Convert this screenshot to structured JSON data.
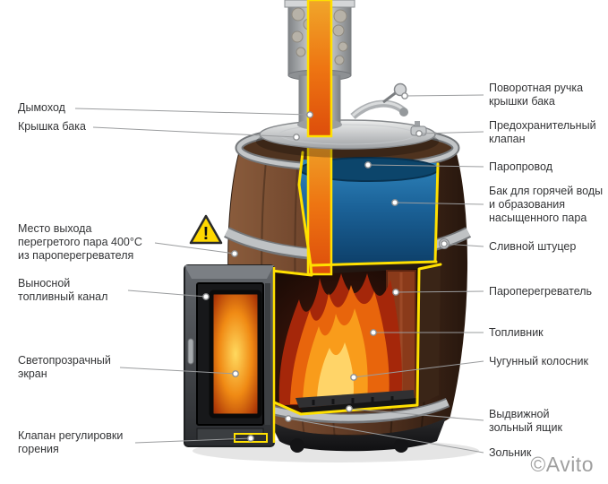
{
  "watermark": "©Avito",
  "diagram": {
    "warning_symbol": "!",
    "colors": {
      "highlight_outline": "#FFE000",
      "water": "#1B6298",
      "fire": "#EE7512",
      "wood": "#6F452C",
      "metal": "#BFC2C4",
      "warning_yellow": "#FFD800"
    },
    "labels_left": [
      {
        "text": "Дымоход"
      },
      {
        "text": "Крышка бака"
      },
      {
        "text": "Место выхода\nперегретого пара 400°C\nиз пароперегревателя"
      },
      {
        "text": "Выносной\nтопливный канал"
      },
      {
        "text": "Светопрозрачный\nэкран"
      },
      {
        "text": "Клапан регулировки\nгорения"
      }
    ],
    "labels_right": [
      {
        "text": "Поворотная ручка\nкрышки бака"
      },
      {
        "text": "Предохранительный\nклапан"
      },
      {
        "text": "Паропровод"
      },
      {
        "text": "Бак для горячей воды\nи образования\nнасыщенного пара"
      },
      {
        "text": "Сливной штуцер"
      },
      {
        "text": "Пароперегреватель"
      },
      {
        "text": "Топливник"
      },
      {
        "text": "Чугунный колосник"
      },
      {
        "text": "Выдвижной\nзольный ящик"
      },
      {
        "text": "Зольник"
      }
    ]
  }
}
